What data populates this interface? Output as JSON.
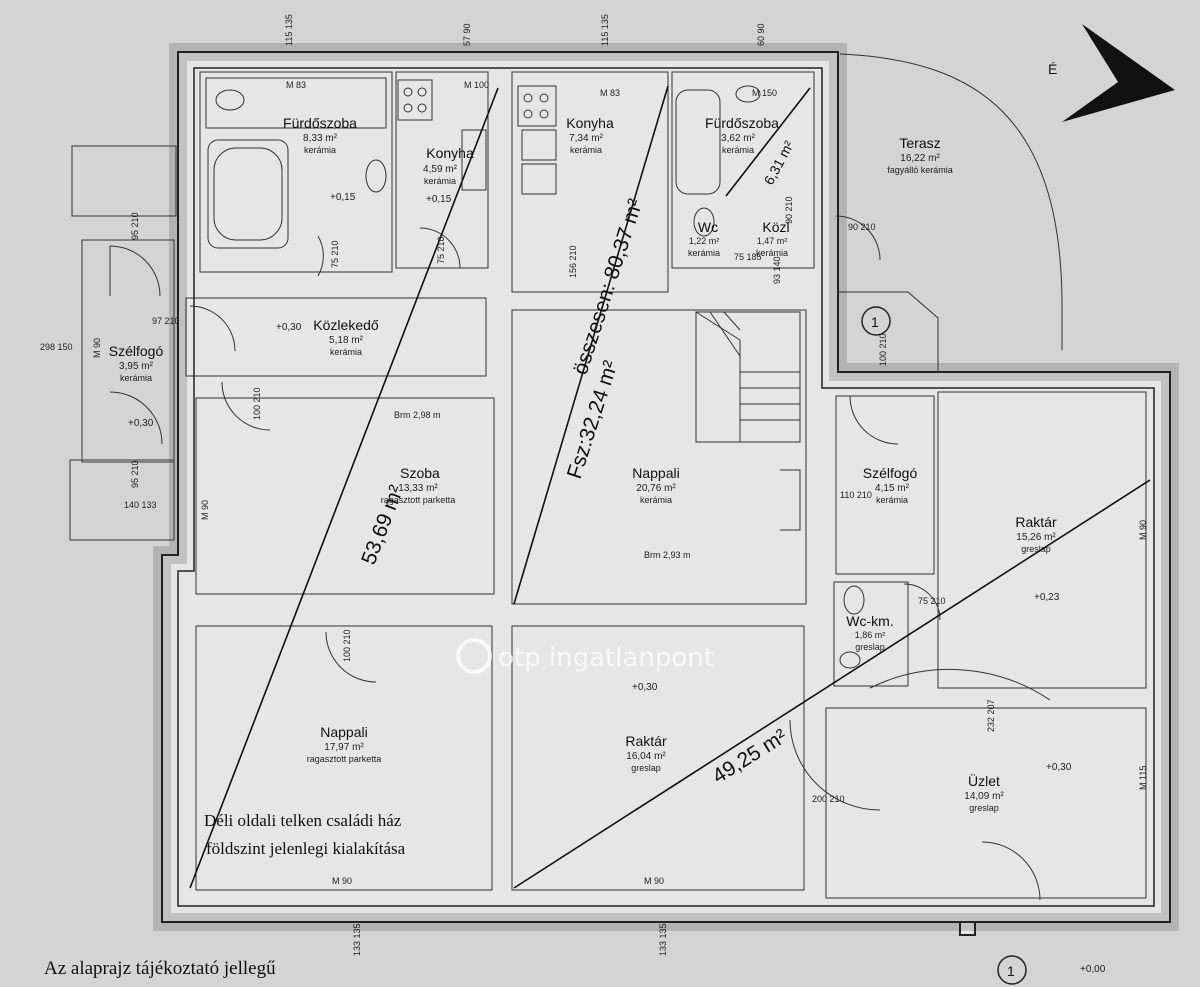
{
  "rooms": {
    "furdoszoba1": {
      "name": "Fürdőszoba",
      "area": "8,33 m²",
      "floor": "kerámia",
      "level": "+0,15"
    },
    "konyha1": {
      "name": "Konyha",
      "area": "4,59 m²",
      "floor": "kerámia",
      "level": "+0,15"
    },
    "konyha2": {
      "name": "Konyha",
      "area": "7,34 m²",
      "floor": "kerámia"
    },
    "furdoszoba2": {
      "name": "Fürdőszoba",
      "area": "3,62 m²",
      "floor": "kerámia"
    },
    "wc": {
      "name": "Wc",
      "area": "1,22 m²",
      "floor": "kerámia"
    },
    "kozl": {
      "name": "Közl",
      "area": "1,47 m²",
      "floor": "kerámia"
    },
    "terasz": {
      "name": "Terasz",
      "area": "16,22 m²",
      "floor": "fagyálló kerámia"
    },
    "kozlekedo": {
      "name": "Közlekedő",
      "area": "5,18 m²",
      "floor": "kerámia",
      "level": "+0,30"
    },
    "szelfogo1": {
      "name": "Szélfogó",
      "area": "3,95 m²",
      "floor": "kerámia",
      "level": "+0,30"
    },
    "szoba": {
      "name": "Szoba",
      "area": "13,33 m²",
      "floor": "ragasztott parketta",
      "brm": "Brm 2,98 m"
    },
    "nappali1": {
      "name": "Nappali",
      "area": "20,76 m²",
      "floor": "kerámia",
      "brm": "Brm 2,93 m"
    },
    "szelfogo2": {
      "name": "Szélfogó",
      "area": "4,15 m²",
      "floor": "kerámia"
    },
    "raktar1": {
      "name": "Raktár",
      "area": "15,26 m²",
      "floor": "greslap",
      "level": "+0,23"
    },
    "wckm": {
      "name": "Wc-km.",
      "area": "1,86 m²",
      "floor": "greslap"
    },
    "nappali2": {
      "name": "Nappali",
      "area": "17,97 m²",
      "floor": "ragasztott parketta"
    },
    "raktar2": {
      "name": "Raktár",
      "area": "16,04 m²",
      "floor": "greslap",
      "level": "+0,30"
    },
    "uzlet": {
      "name": "Üzlet",
      "area": "14,09 m²",
      "floor": "greslap",
      "level": "+0,30"
    }
  },
  "totals": {
    "osszesen": "összesen: 80,37 m²",
    "fsz": "Fsz:32,24 m²",
    "a": "53,69 m²",
    "b": "49,25 m²",
    "c": "6,31 m²"
  },
  "dimensions": {
    "top1": "115 135",
    "top2": "57 90",
    "top3": "115 135",
    "top4": "60 90",
    "mb1": "M 83",
    "mb2": "M 100",
    "mb3": "M 83",
    "mb4": "M 150",
    "d1": "95 210",
    "d2": "97 210",
    "d3": "298 150",
    "d4": "M 90",
    "d5": "75 210",
    "d6": "75 210",
    "d7": "156 210",
    "d8": "90 210",
    "d9": "75 185",
    "d10": "93 140",
    "d11": "90 210",
    "d12": "100 210",
    "d13": "100 210",
    "d14": "95 210",
    "d15": "140 133",
    "d16": "M 90",
    "d17": "110 210",
    "d18": "M 90",
    "d19": "75 210",
    "d20": "100 210",
    "d21": "232 207",
    "d22": "M 115",
    "d23": "200 210",
    "d24": "M 90",
    "d25": "M 90",
    "d26": "133 135",
    "d27": "133 135",
    "ground": "+0,00",
    "marker": "1"
  },
  "compass": "É",
  "watermark": "otp ingatlanpont",
  "caption": {
    "line1": "Déli oldali telken családi ház",
    "line2": "földszint jelenlegi kialakítása",
    "bottom": "Az alaprajz tájékoztató jellegű"
  }
}
